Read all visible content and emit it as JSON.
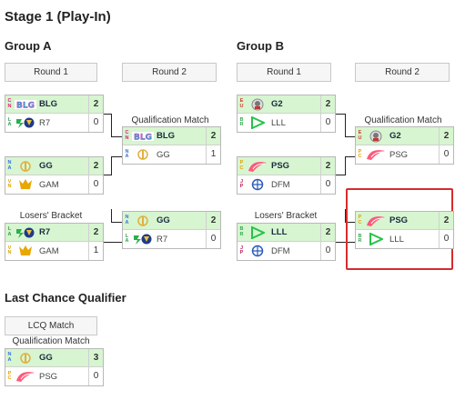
{
  "page": {
    "title": "Stage 1 (Play-In)"
  },
  "groupA": {
    "title": "Group A",
    "round1": "Round 1",
    "round2": "Round 2",
    "matches": [
      {
        "teams": [
          {
            "region": "CN",
            "name": "BLG",
            "score": "2",
            "win": true,
            "logo": "blg-logo"
          },
          {
            "region": "LA",
            "name": "R7",
            "score": "0",
            "win": false,
            "logo": "r7-logo"
          }
        ]
      },
      {
        "teams": [
          {
            "region": "NA",
            "name": "GG",
            "score": "2",
            "win": true,
            "logo": "gg-logo"
          },
          {
            "region": "VN",
            "name": "GAM",
            "score": "0",
            "win": false,
            "logo": "gam-logo"
          }
        ]
      },
      {
        "label": "Qualification Match",
        "teams": [
          {
            "region": "CN",
            "name": "BLG",
            "score": "2",
            "win": true,
            "logo": "blg-logo"
          },
          {
            "region": "NA",
            "name": "GG",
            "score": "1",
            "win": false,
            "logo": "gg-logo"
          }
        ]
      },
      {
        "label": "Losers' Bracket",
        "teams": [
          {
            "region": "LA",
            "name": "R7",
            "score": "2",
            "win": true,
            "logo": "r7-logo"
          },
          {
            "region": "VN",
            "name": "GAM",
            "score": "1",
            "win": false,
            "logo": "gam-logo"
          }
        ]
      },
      {
        "teams": [
          {
            "region": "NA",
            "name": "GG",
            "score": "2",
            "win": true,
            "logo": "gg-logo"
          },
          {
            "region": "LA",
            "name": "R7",
            "score": "0",
            "win": false,
            "logo": "r7-logo"
          }
        ]
      }
    ]
  },
  "groupB": {
    "title": "Group B",
    "round1": "Round 1",
    "round2": "Round 2",
    "matches": [
      {
        "teams": [
          {
            "region": "EU",
            "name": "G2",
            "score": "2",
            "win": true,
            "logo": "g2-logo"
          },
          {
            "region": "BR",
            "name": "LLL",
            "score": "0",
            "win": false,
            "logo": "lll-logo"
          }
        ]
      },
      {
        "teams": [
          {
            "region": "PC",
            "name": "PSG",
            "score": "2",
            "win": true,
            "logo": "psg-logo"
          },
          {
            "region": "JP",
            "name": "DFM",
            "score": "0",
            "win": false,
            "logo": "dfm-logo"
          }
        ]
      },
      {
        "label": "Qualification Match",
        "teams": [
          {
            "region": "EU",
            "name": "G2",
            "score": "2",
            "win": true,
            "logo": "g2-logo"
          },
          {
            "region": "PC",
            "name": "PSG",
            "score": "0",
            "win": false,
            "logo": "psg-logo"
          }
        ]
      },
      {
        "label": "Losers' Bracket",
        "teams": [
          {
            "region": "BR",
            "name": "LLL",
            "score": "2",
            "win": true,
            "logo": "lll-logo"
          },
          {
            "region": "JP",
            "name": "DFM",
            "score": "0",
            "win": false,
            "logo": "dfm-logo"
          }
        ]
      },
      {
        "teams": [
          {
            "region": "PC",
            "name": "PSG",
            "score": "2",
            "win": true,
            "logo": "psg-logo"
          },
          {
            "region": "BR",
            "name": "LLL",
            "score": "0",
            "win": false,
            "logo": "lll-logo"
          }
        ]
      }
    ]
  },
  "lcq": {
    "title": "Last Chance Qualifier",
    "round": "LCQ Match",
    "match": {
      "label": "Qualification Match",
      "teams": [
        {
          "region": "NA",
          "name": "GG",
          "score": "3",
          "win": true,
          "logo": "gg-logo"
        },
        {
          "region": "PC",
          "name": "PSG",
          "score": "0",
          "win": false,
          "logo": "psg-logo"
        }
      ]
    }
  },
  "colors": {
    "win_bg": "#d7f5d0",
    "highlight": "#d62c2c",
    "CN": "#e0197a",
    "LA": "#2e9e4a",
    "NA": "#3b6fd6",
    "VN": "#d8a400",
    "EU": "#d43a2a",
    "BR": "#2fa84f",
    "PC": "#e6a200",
    "JP": "#b8235a"
  }
}
